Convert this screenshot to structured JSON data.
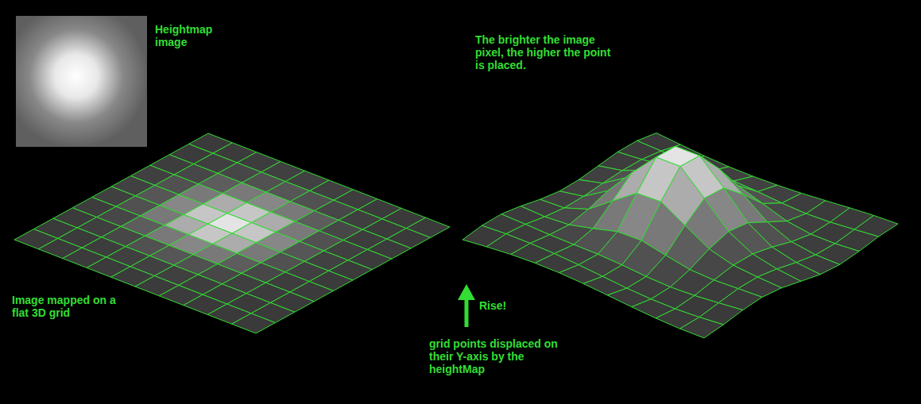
{
  "diagram": {
    "labels": [
      "Heightmap image",
      "The brighter the image pixel, the higher the point is placed.",
      "Image mapped on a flat 3D grid",
      "Rise!",
      "grid points displaced on their Y-axis by the heightMap"
    ]
  }
}
